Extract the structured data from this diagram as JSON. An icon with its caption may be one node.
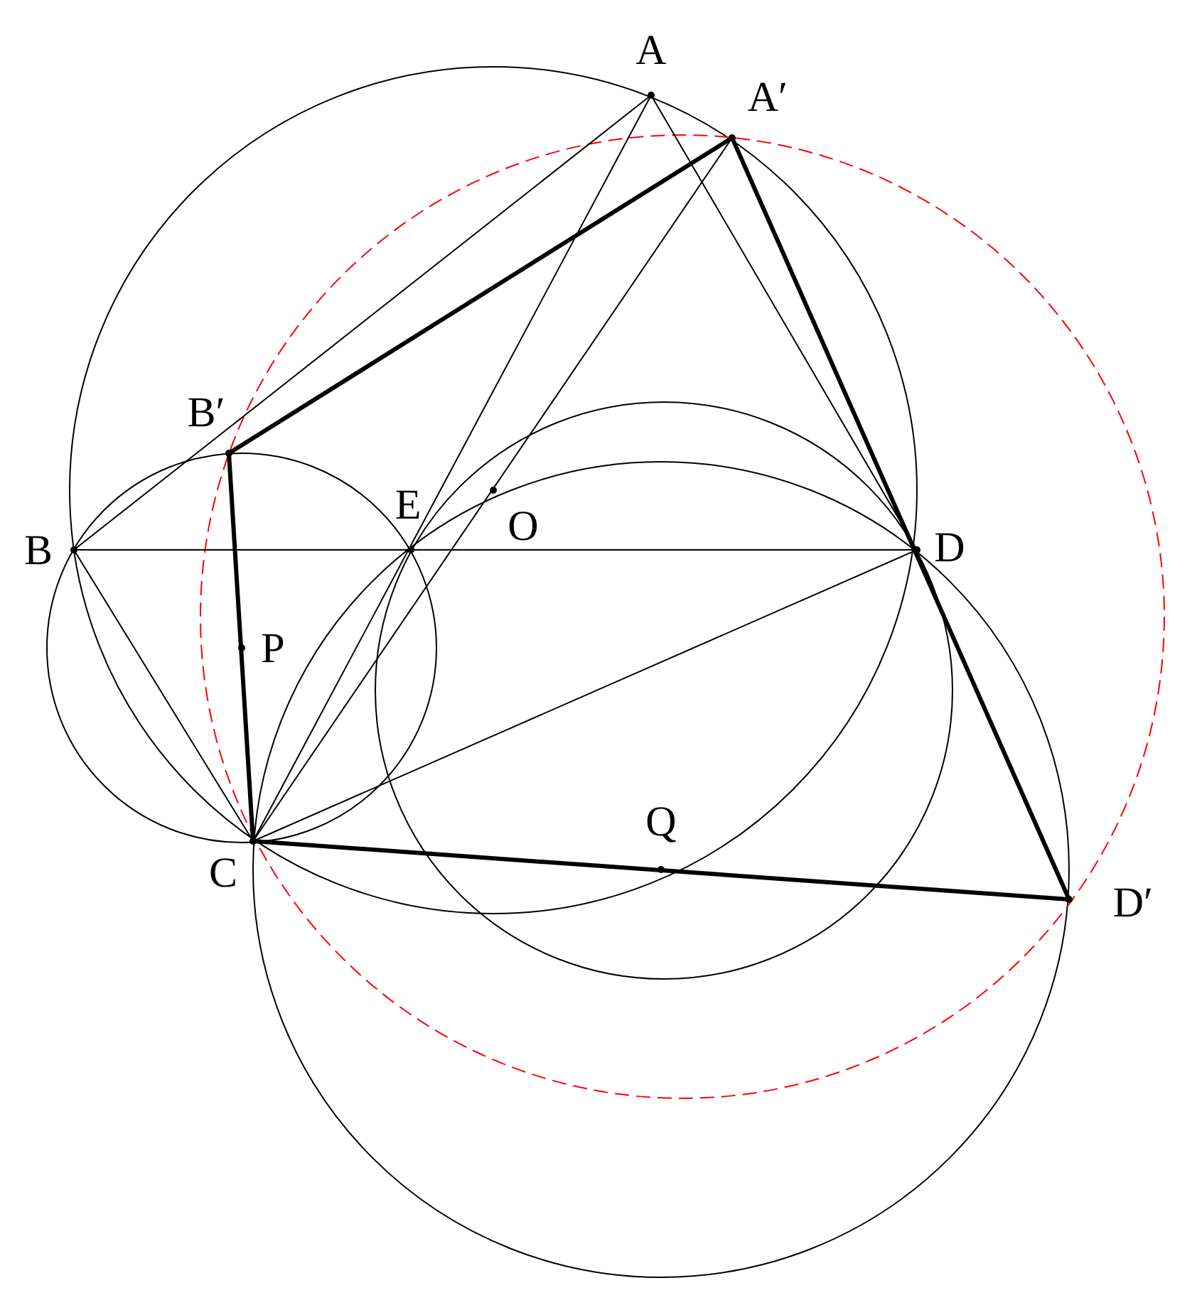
{
  "diagram": {
    "nodes": [
      {
        "text": [
          "A"
        ]
      },
      {
        "text": [
          "A′"
        ]
      },
      {
        "text": [
          "B′"
        ]
      },
      {
        "text": [
          "B"
        ]
      },
      {
        "text": [
          "E"
        ]
      },
      {
        "text": [
          "O"
        ]
      },
      {
        "text": [
          "D"
        ]
      },
      {
        "text": [
          "P"
        ]
      },
      {
        "text": [
          "C"
        ]
      },
      {
        "text": [
          "Q"
        ]
      },
      {
        "text": [
          "D′"
        ]
      }
    ],
    "edges": [
      {
        "from": 0,
        "to": 3,
        "arrow": "none"
      },
      {
        "from": 0,
        "to": 6,
        "arrow": "none"
      },
      {
        "from": 0,
        "to": 8,
        "arrow": "none"
      },
      {
        "from": 1,
        "to": 8,
        "arrow": "none"
      },
      {
        "from": 3,
        "to": 6,
        "arrow": "none"
      },
      {
        "from": 3,
        "to": 8,
        "arrow": "none"
      },
      {
        "from": 8,
        "to": 6,
        "arrow": "none"
      },
      {
        "from": 1,
        "to": 2,
        "arrow": "none",
        "style": "thick"
      },
      {
        "from": 1,
        "to": 10,
        "arrow": "none",
        "style": "thick"
      },
      {
        "from": 2,
        "to": 8,
        "arrow": "none",
        "style": "thick"
      },
      {
        "from": 8,
        "to": 10,
        "arrow": "none",
        "style": "thick"
      }
    ]
  }
}
